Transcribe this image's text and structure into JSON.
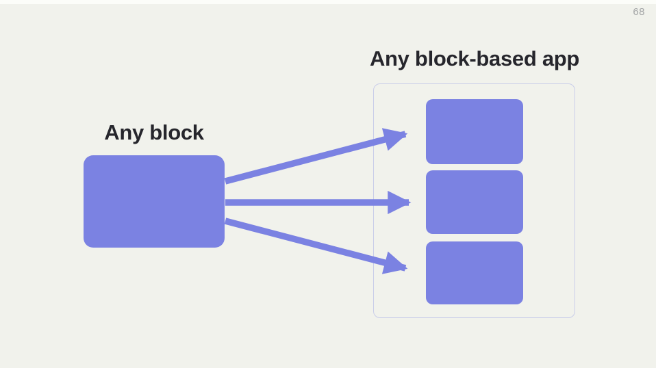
{
  "page": {
    "number": "68"
  },
  "labels": {
    "source_block": "Any block",
    "target_app": "Any block-based app"
  },
  "colors": {
    "background": "#f1f2ec",
    "block_fill": "#7b82e2",
    "container_border": "#c9cde9",
    "text": "#26262c",
    "page_number": "#a3a5a6",
    "top_strip": "#fcfdf9"
  },
  "diagram": {
    "type": "mapping",
    "source": {
      "label": "Any block",
      "block_count": 1
    },
    "target": {
      "label": "Any block-based app",
      "block_count": 3
    },
    "edges": [
      {
        "from": "any-block",
        "to": "target-block-1"
      },
      {
        "from": "any-block",
        "to": "target-block-2"
      },
      {
        "from": "any-block",
        "to": "target-block-3"
      }
    ]
  }
}
